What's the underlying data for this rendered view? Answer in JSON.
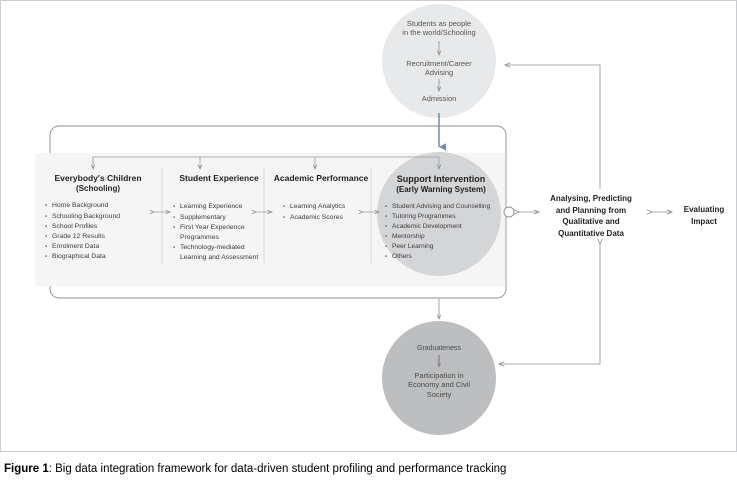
{
  "figure": {
    "caption_label": "Figure 1",
    "caption_text": ": Big data integration framework for data-driven student profiling and performance tracking"
  },
  "colors": {
    "page_background": "#ffffff",
    "frame_border": "#c9ccd1",
    "panel_fill": "#f5f5f5",
    "top_circle_fill": "#e8e9ea",
    "support_circle_fill": "#d4d5d7",
    "bottom_circle_fill": "#bcbec0",
    "connector_gray": "#8d8d8d",
    "accent_blue_arrow": "#6a8faf",
    "divider_gray": "#cccccc",
    "heading_text": "#1f1f1f",
    "body_text": "#3c3c3c"
  },
  "top_circle": {
    "name": "students-entry-circle",
    "line1": "Students as people",
    "line2": "in the world/Schooling",
    "line3": "Recruitment/Career",
    "line4": "Advising",
    "line5": "Admission"
  },
  "bottom_circle": {
    "name": "graduateness-outcome-circle",
    "line1": "Graduateness",
    "line2": "Participation in",
    "line3": "Economy and Civil",
    "line4": "Society"
  },
  "columns": [
    {
      "id": "everybodys-children",
      "title": "Everybody's Children",
      "subtitle": "(Schooling)",
      "items": [
        "Home Background",
        "Schooling Background",
        "School Profiles",
        "Grade 12 Results",
        "Enrolment Data",
        "Biographical Data"
      ]
    },
    {
      "id": "student-experience",
      "title": "Student Experience",
      "subtitle": "",
      "items": [
        "Learning Experience",
        "Supplementary",
        "First Year Experience Programmes",
        "Technology-mediated Learning and Assessment"
      ]
    },
    {
      "id": "academic-performance",
      "title": "Academic Performance",
      "subtitle": "",
      "items": [
        "Learning Analytics",
        "Academic Scores"
      ]
    },
    {
      "id": "support-intervention",
      "title": "Support Intervention",
      "subtitle": "(Early Warning System)",
      "items": [
        "Student Advising and Counselling",
        "Tutoring Programmes",
        "Academic Development",
        "Mentorship",
        "Peer Learning",
        "Others"
      ]
    }
  ],
  "right_nodes": {
    "analysing": {
      "line1": "Analysing, Predicting",
      "line2": "and Planning from",
      "line3": "Qualitative and",
      "line4": "Quantitative Data"
    },
    "evaluating": {
      "line1": "Evaluating",
      "line2": "Impact"
    }
  }
}
